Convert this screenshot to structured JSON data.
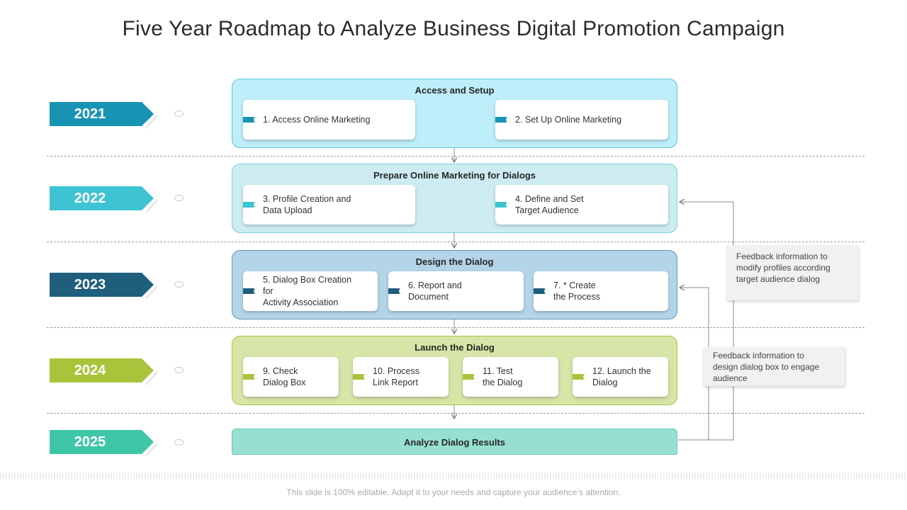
{
  "title": "Five Year Roadmap to Analyze Business Digital Promotion Campaign",
  "colors": {
    "y2021": "#1993b3",
    "y2022": "#3ec3d2",
    "y2023": "#1f5e7c",
    "y2024": "#a9c43b",
    "y2025": "#3ec6a7"
  },
  "years": [
    "2021",
    "2022",
    "2023",
    "2024",
    "2025"
  ],
  "stages": [
    {
      "title": "Access and Setup",
      "steps": [
        "1. Access Online Marketing",
        "2. Set Up Online Marketing"
      ]
    },
    {
      "title": "Prepare Online Marketing for Dialogs",
      "steps": [
        "3. Profile Creation and\nData Upload",
        "4. Define and Set\nTarget Audience"
      ]
    },
    {
      "title": "Design the Dialog",
      "steps": [
        "5. Dialog Box Creation\nfor\nActivity Association",
        "6. Report and\nDocument",
        "7. * Create\nthe Process"
      ]
    },
    {
      "title": "Launch the Dialog",
      "steps": [
        "9. Check\nDialog Box",
        "10. Process\nLink Report",
        "11. Test\nthe Dialog",
        "12. Launch the\nDialog"
      ]
    }
  ],
  "final_stage": "Analyze Dialog Results",
  "feedback": [
    "Feedback information to\nmodify profiles according\ntarget audience dialog",
    "Feedback information to\ndesign dialog box to engage\naudience"
  ],
  "footer": "This slide is 100% editable. Adapt it to your needs and capture your audience’s attention."
}
